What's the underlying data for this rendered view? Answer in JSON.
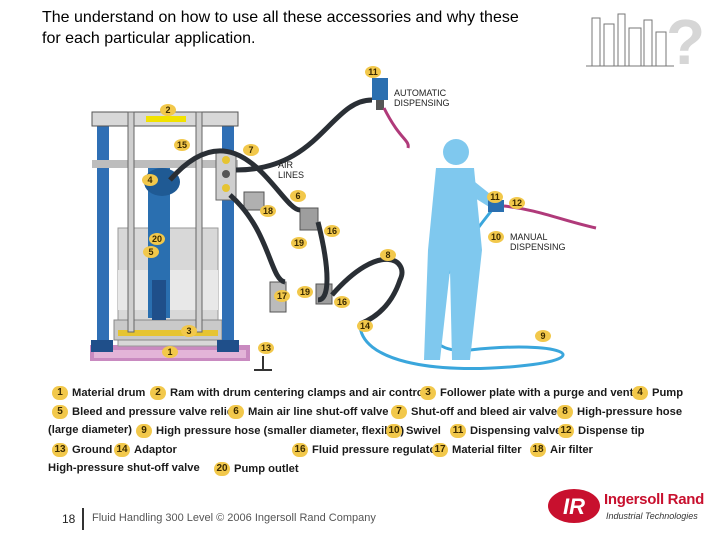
{
  "heading": "The understand on how to use all these accessories and why these for each particular application.",
  "diagram": {
    "labels": {
      "automatic": [
        "AUTOMATIC",
        "DISPENSING"
      ],
      "air": [
        "AIR",
        "LINES"
      ],
      "manual": [
        "MANUAL",
        "DISPENSING"
      ]
    }
  },
  "legend": [
    {
      "n": "1",
      "text": "Material drum"
    },
    {
      "n": "2",
      "text": "Ram with drum centering clamps and air controls"
    },
    {
      "n": "3",
      "text": "Follower plate with a purge and vent"
    },
    {
      "n": "4",
      "text": "Pump"
    },
    {
      "n": "5",
      "text": "Bleed and pressure valve relief"
    },
    {
      "n": "6",
      "text": "Main air line shut-off valve"
    },
    {
      "n": "7",
      "text": "Shut-off and bleed air valve"
    },
    {
      "n": "8",
      "text": "High-pressure hose"
    },
    {
      "n": "",
      "text": "(large diameter)"
    },
    {
      "n": "9",
      "text": "High pressure hose (smaller diameter, flexible)"
    },
    {
      "n": "10",
      "text": "Swivel"
    },
    {
      "n": "11",
      "text": "Dispensing valve"
    },
    {
      "n": "12",
      "text": "Dispense tip"
    },
    {
      "n": "13",
      "text": "Ground"
    },
    {
      "n": "14",
      "text": "Adaptor"
    },
    {
      "n": "16",
      "text": "Fluid pressure regulator"
    },
    {
      "n": "17",
      "text": "Material filter"
    },
    {
      "n": "18",
      "text": "Air filter"
    },
    {
      "n": "",
      "text": "High-pressure shut-off valve"
    },
    {
      "n": "20",
      "text": "Pump outlet"
    }
  ],
  "footer": {
    "page_number": "18",
    "text": "Fluid Handling 300 Level © 2006 Ingersoll Rand Company"
  },
  "logo": {
    "mark": "IR",
    "name": "Ingersoll Rand",
    "sub": "Industrial Technologies"
  },
  "colors": {
    "badge": "#f2c84b",
    "frame": "#2f6fb5",
    "person": "#7fc8ee",
    "hose_dark": "#2a2f35",
    "hose_light": "#3aa6dc",
    "tip": "#b03a7a",
    "brand": "#c8102e",
    "drum_base": "#c98ac0"
  }
}
